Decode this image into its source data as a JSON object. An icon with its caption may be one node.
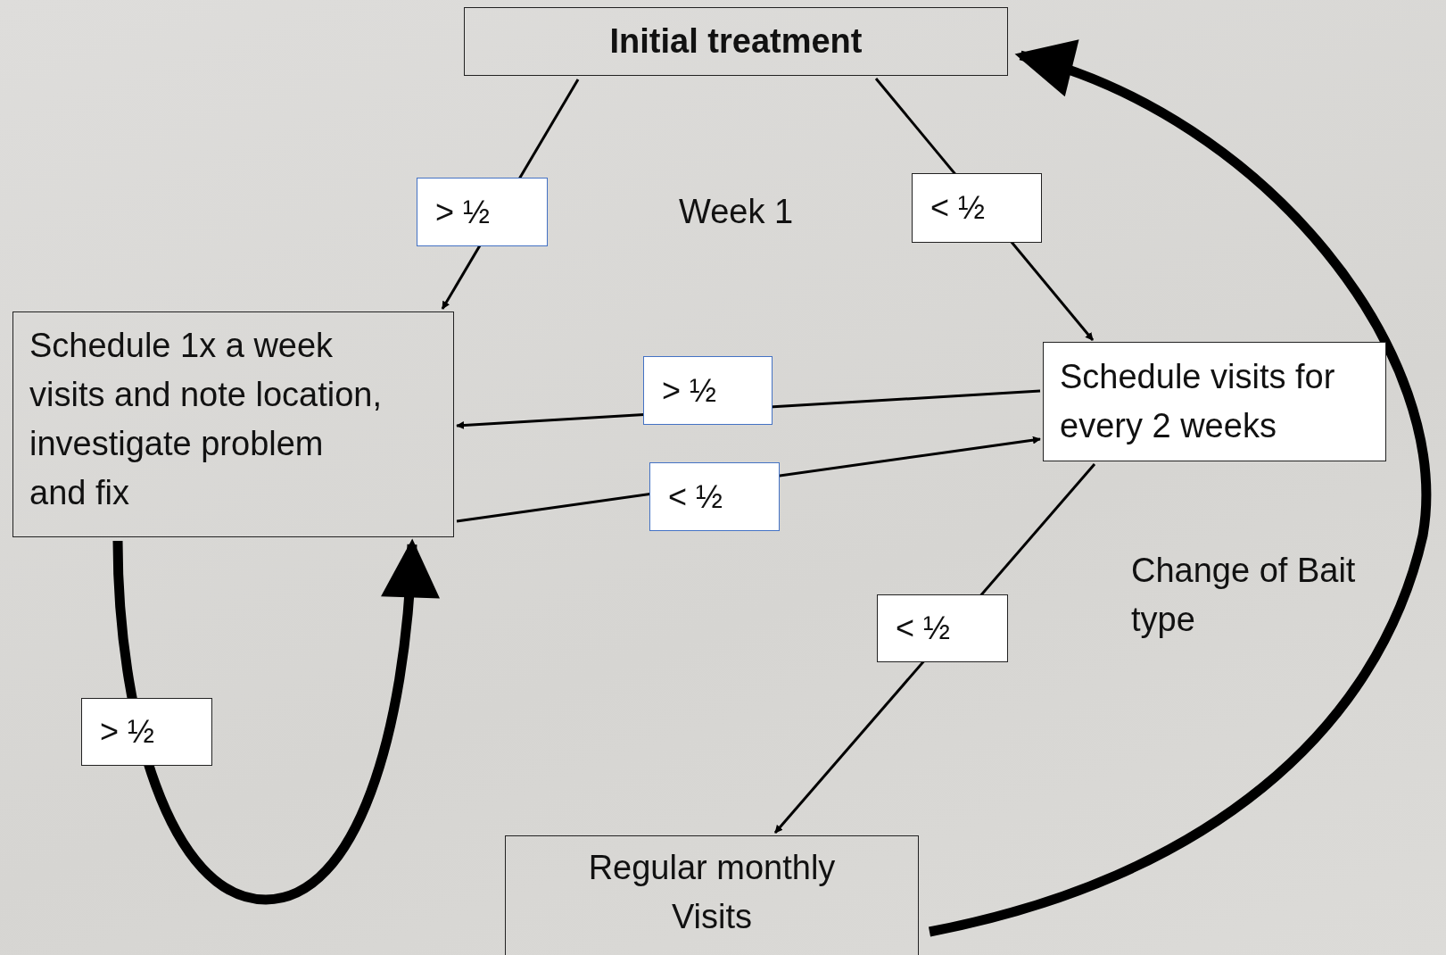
{
  "diagram": {
    "nodes": [
      {
        "text": [
          "Initial treatment"
        ]
      },
      {
        "text": [
          "Schedule 1x a week visits and note location, investigate problem and fix"
        ]
      },
      {
        "text": [
          "Schedule visits for every 2 weeks"
        ]
      },
      {
        "text": [
          "Regular monthly Visits"
        ]
      }
    ],
    "edges": [
      {
        "from": 0,
        "to": 1,
        "arrow": "to",
        "label": "> ½"
      },
      {
        "from": 0,
        "to": 2,
        "arrow": "to",
        "label": "< ½"
      },
      {
        "from": 2,
        "to": 1,
        "arrow": "to",
        "label": "> ½"
      },
      {
        "from": 1,
        "to": 2,
        "arrow": "to",
        "label": "< ½"
      },
      {
        "from": 2,
        "to": 3,
        "arrow": "to",
        "label": "< ½"
      },
      {
        "from": 1,
        "to": 1,
        "arrow": "to",
        "label": "> ½",
        "style": "thick"
      },
      {
        "from": 3,
        "to": 0,
        "arrow": "to",
        "style": "thick"
      }
    ],
    "labels": [
      "Week 1",
      "Change of Bait type"
    ]
  }
}
